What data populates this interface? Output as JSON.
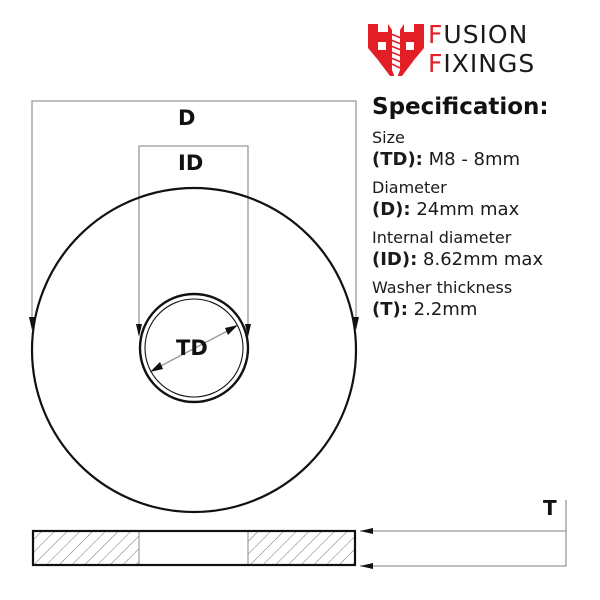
{
  "brand": {
    "line1_first": "F",
    "line1_rest": "USION",
    "line2_first": "F",
    "line2_rest": "IXINGS",
    "accent_color": "#e31e24",
    "logo_icon": "double-f-screw-icon"
  },
  "specification": {
    "title": "Specification:",
    "items": [
      {
        "name": "Size",
        "code": "(TD):",
        "value": "M8 - 8mm"
      },
      {
        "name": "Diameter",
        "code": "(D):",
        "value": "24mm max"
      },
      {
        "name": "Internal diameter",
        "code": "(ID):",
        "value": "8.62mm max"
      },
      {
        "name": "Washer thickness",
        "code": "(T):",
        "value": "2.2mm"
      }
    ]
  },
  "diagram": {
    "labels": {
      "outer_diameter": "D",
      "internal_diameter": "ID",
      "thread_diameter": "TD",
      "thickness": "T"
    }
  }
}
